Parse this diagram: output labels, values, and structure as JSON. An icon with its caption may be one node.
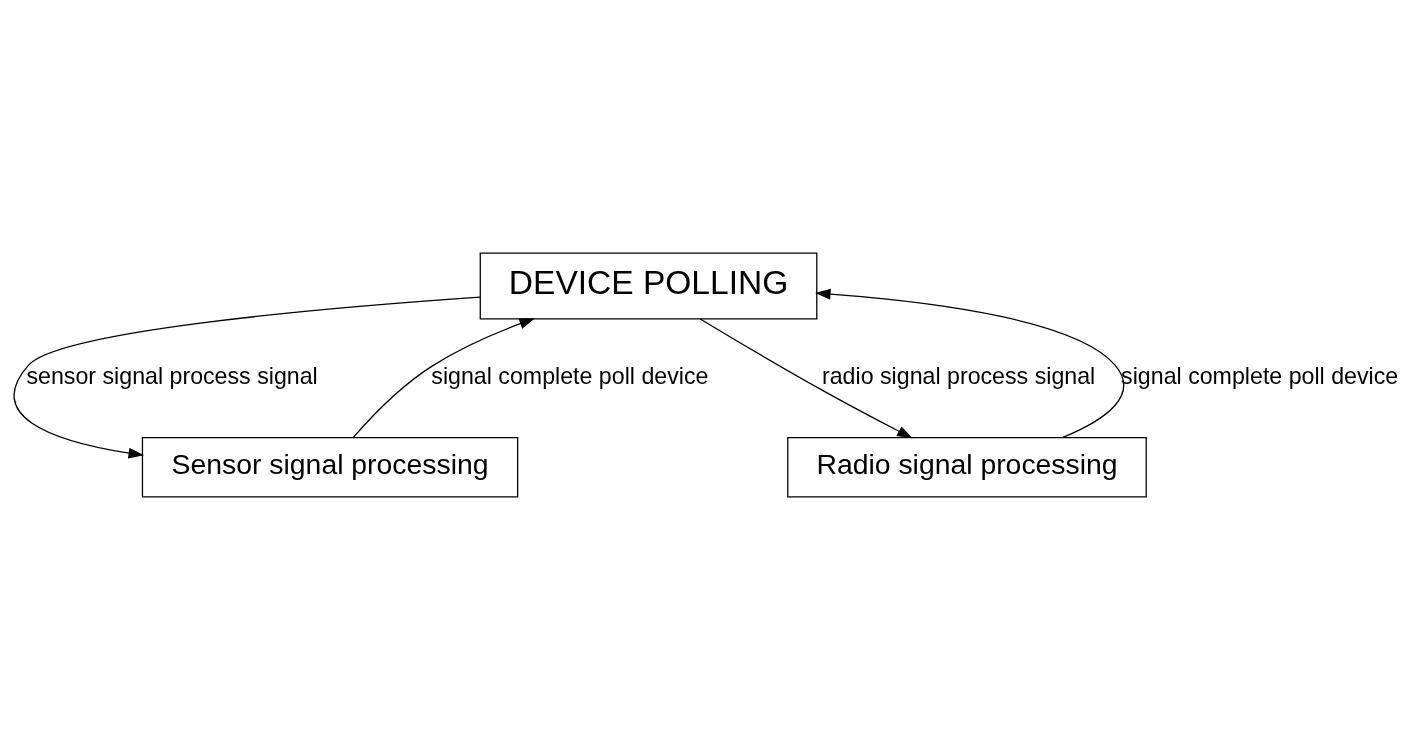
{
  "diagram": {
    "nodes": [
      {
        "text": [
          "DEVICE POLLING"
        ]
      },
      {
        "text": [
          "Sensor signal processing"
        ]
      },
      {
        "text": [
          "Radio signal processing"
        ]
      }
    ],
    "edges": [
      {
        "from": 0,
        "to": 1,
        "arrow": "to",
        "label": "sensor signal process signal"
      },
      {
        "from": 1,
        "to": 0,
        "arrow": "to",
        "label": "signal complete poll device"
      },
      {
        "from": 0,
        "to": 2,
        "arrow": "to",
        "label": "radio signal process signal"
      },
      {
        "from": 2,
        "to": 0,
        "arrow": "to",
        "label": "signal complete poll device"
      }
    ]
  }
}
